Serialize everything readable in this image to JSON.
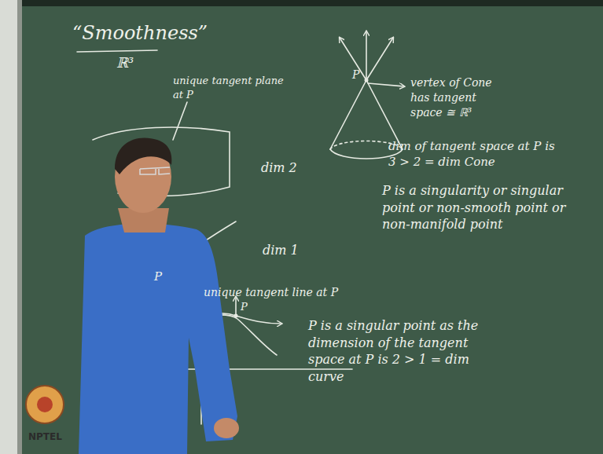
{
  "diagram": {
    "labels": [
      "“Smoothness”",
      "ℝ³",
      "unique tangent plane at P",
      "dim 2",
      "dim 1",
      "P",
      "unique tangent line at P",
      "P",
      "P is a singular point as the dimension of the tangent space at P is 2 > 1 = dim curve",
      "P",
      "vertex of Cone has tangent space ≅ ℝ³",
      "dim of tangent space at P is 3 > 2 = dim Cone",
      "P is a singularity or singular point or non-smooth point or non-manifold point",
      "NPTEL"
    ]
  }
}
